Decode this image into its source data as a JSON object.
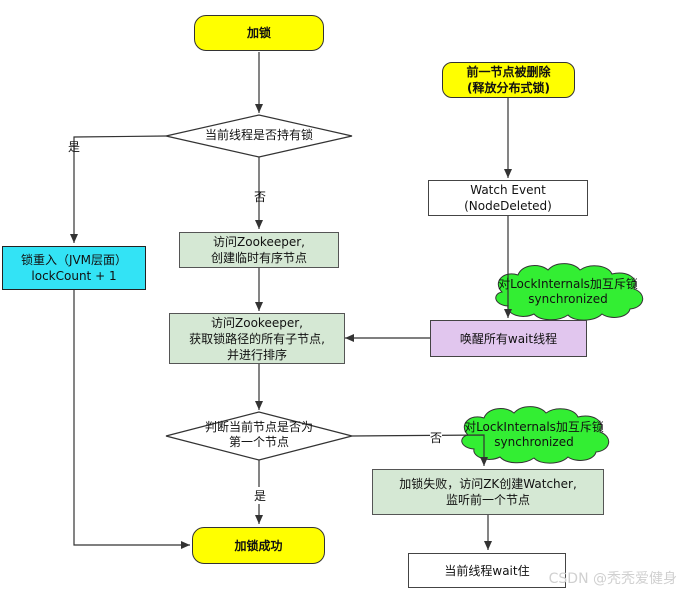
{
  "nodes": {
    "lock_start": "加锁",
    "holds_lock_decision": "当前线程是否持有锁",
    "reentrant_line1": "锁重入（JVM层面）",
    "reentrant_line2": "lockCount + 1",
    "create_node_line1": "访问Zookeeper,",
    "create_node_line2": "创建临时有序节点",
    "get_children_line1": "访问Zookeeper,",
    "get_children_line2": "获取锁路径的所有子节点,",
    "get_children_line3": "并进行排序",
    "first_node_line1": "判断当前节点是否为",
    "first_node_line2": "第一个节点",
    "lock_success": "加锁成功",
    "prev_deleted_line1": "前一节点被删除",
    "prev_deleted_line2": "(释放分布式锁)",
    "watch_event_line1": "Watch Event",
    "watch_event_line2": "(NodeDeleted)",
    "cloud1_line1": "对LockInternals加互斥锁",
    "cloud1_line2": "synchronized",
    "wake_all": "唤醒所有wait线程",
    "cloud2_line1": "对LockInternals加互斥锁",
    "cloud2_line2": "synchronized",
    "lock_fail_line1": "加锁失败，访问ZK创建Watcher,",
    "lock_fail_line2": "监听前一个节点",
    "thread_wait": "当前线程wait住"
  },
  "edge_labels": {
    "yes_left": "是",
    "no_down": "否",
    "no_right": "否",
    "yes_down": "是"
  },
  "watermark": "CSDN @秃秃爱健身",
  "colors": {
    "terminal": "#ffff00",
    "process_green": "#d5e8d4",
    "process_cyan": "#33e3f5",
    "process_purple": "#e1c6ee",
    "cloud": "#33ee33",
    "line": "#333333"
  }
}
